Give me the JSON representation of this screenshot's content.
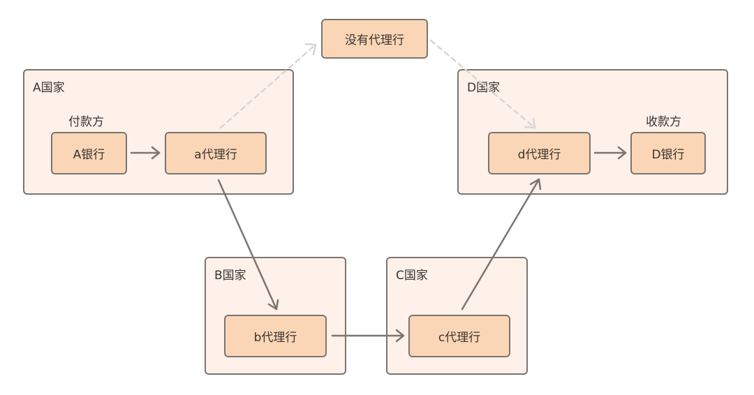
{
  "countries": {
    "a": "A国家",
    "b": "B国家",
    "c": "C国家",
    "d": "D国家"
  },
  "roles": {
    "payer": "付款方",
    "payee": "收款方"
  },
  "nodes": {
    "bank_a": "A银行",
    "agent_a": "a代理行",
    "agent_b": "b代理行",
    "agent_c": "c代理行",
    "agent_d": "d代理行",
    "bank_d": "D银行",
    "no_agent": "没有代理行"
  },
  "colors": {
    "container_fill": "#fdf1ea",
    "node_fill": "#fbd6b6",
    "border": "#7b7470",
    "arrow": "#7b7470",
    "dashed_arrow": "#d9d6d3"
  }
}
